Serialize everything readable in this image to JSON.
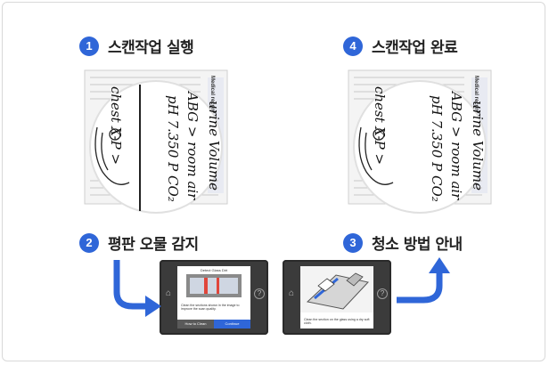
{
  "steps": [
    {
      "number": "1",
      "label": "스캔작업 실행"
    },
    {
      "number": "2",
      "label": "평판 오물 감지"
    },
    {
      "number": "3",
      "label": "청소 방법 안내"
    },
    {
      "number": "4",
      "label": "스캔작업 완료"
    }
  ],
  "document": {
    "header_title": "Medical record",
    "handwriting_lines": [
      "urine Volume",
      "ABG > room air",
      "pH 7.350 P CO₂",
      "chest X-P >"
    ]
  },
  "panel_dirty": {
    "title": "Detect Glass Dirt",
    "message": "Clean the sections shown in the image to improve the scan quality.",
    "buttons": [
      "How to Clean",
      "Continue"
    ]
  },
  "panel_clean": {
    "message": "Clean the section on the glass using a dry soft cloth."
  },
  "colors": {
    "accent": "#2f66d8",
    "badge_text": "#ffffff",
    "device": "#3b3b3b"
  },
  "icons": [
    "home-icon",
    "help-icon",
    "arrow-curve-down-right-icon",
    "arrow-curve-up-right-icon"
  ]
}
